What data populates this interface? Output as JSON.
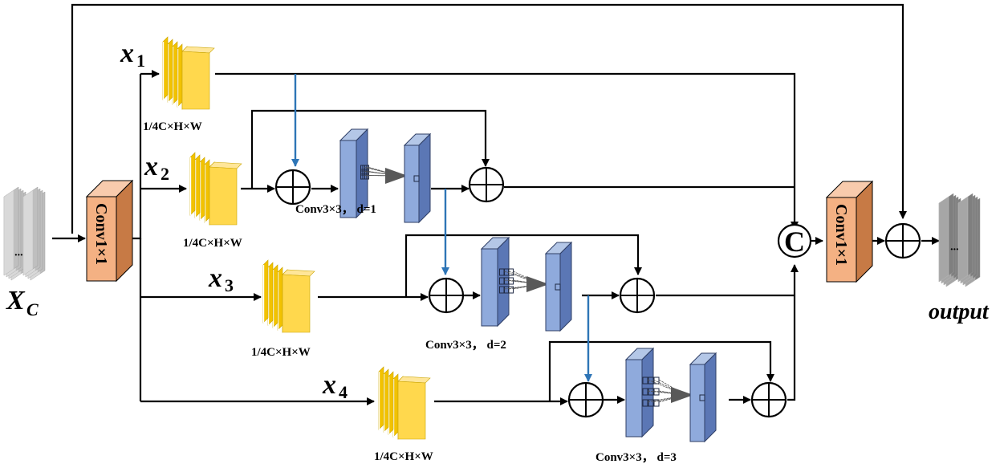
{
  "input": {
    "label_main": "X",
    "label_sub": "C",
    "dots": "···"
  },
  "output": {
    "label": "output",
    "dots": "···"
  },
  "conv_in": {
    "label": "Conv1×1"
  },
  "conv_out": {
    "label": "Conv1×1"
  },
  "concat": {
    "symbol": "C"
  },
  "branches": [
    {
      "name_main": "x",
      "name_sub": "1",
      "size_label": "1/4C×H×W"
    },
    {
      "name_main": "x",
      "name_sub": "2",
      "size_label": "1/4C×H×W",
      "conv_label": "Conv3×3，  d=1"
    },
    {
      "name_main": "x",
      "name_sub": "3",
      "size_label": "1/4C×H×W",
      "conv_label": "Conv3×3，  d=2"
    },
    {
      "name_main": "x",
      "name_sub": "4",
      "size_label": "1/4C×H×W",
      "conv_label": "Conv3×3，  d=3"
    }
  ],
  "colors": {
    "feature_map": "#ffd84d",
    "feature_map_edge": "#c9a400",
    "conv_block": "#f4b183",
    "conv_block_dark": "#c77a45",
    "dilated_block": "#8faadc",
    "dilated_block_dark": "#5b77b5",
    "blue_arrow": "#2e75b6",
    "input_map": "#d9d9d9",
    "output_map": "#a6a6a6"
  }
}
